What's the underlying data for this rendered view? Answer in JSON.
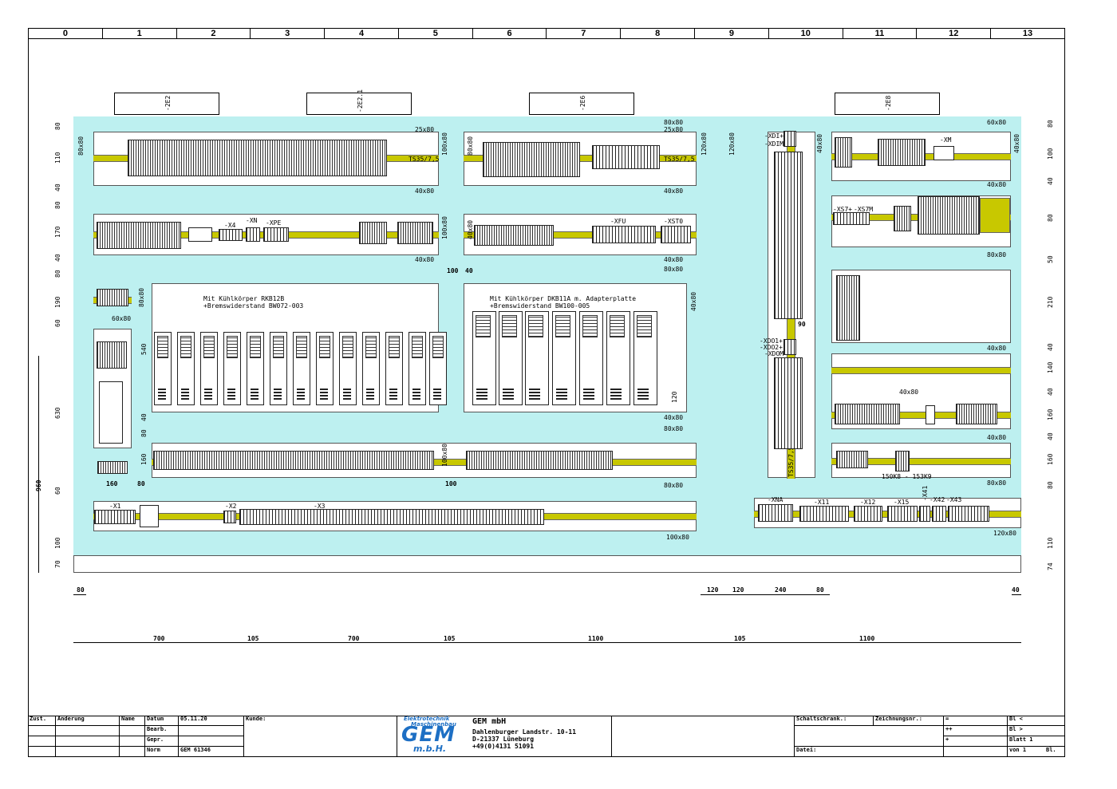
{
  "ruler": [
    "0",
    "1",
    "2",
    "3",
    "4",
    "5",
    "6",
    "7",
    "8",
    "9",
    "10",
    "11",
    "12",
    "13"
  ],
  "sockets": [
    "-2E2",
    "-2E2.1",
    "-2E6",
    "-2E8"
  ],
  "panel_dims": {
    "d1": "25x80",
    "d2": "25x80",
    "d3": "40x80",
    "d4": "40x80",
    "d5": "80x80",
    "d6": "40x80",
    "d7": "40x80",
    "d8": "80x80",
    "d9": "80x80",
    "d10": "100x80",
    "d11": "80x80",
    "d12": "40x80",
    "d13": "80x80",
    "d14": "40x80",
    "d15": "40x80",
    "d16": "120x80",
    "d17": "60x80",
    "d18": "80x80",
    "d19": "120x80",
    "d20": "100x80",
    "d21": "40x80",
    "d22": "100x80",
    "d23": "80x80",
    "d24": "40x80",
    "d25": "60x80",
    "d26": "40x80",
    "d27": "40x80",
    "d28": "40x80",
    "d29": "80x80",
    "d30": "120x80",
    "d31": "100x80"
  },
  "rails": {
    "ts1": "TS35/7,5",
    "ts2": "TS35/7,5",
    "ts3": "TS35/7,5"
  },
  "terminal_labels": {
    "x4": "-X4",
    "xn": "-XN",
    "xpe": "-XPE",
    "xfu": "-XFU",
    "xst0": "-XST0",
    "x1": "-X1",
    "x2": "-X2",
    "x3": "-X3",
    "xdi": "-XDI+",
    "xdim": "-XDIM",
    "xdo1": "-XDO1+",
    "xdo2": "-XDO2+",
    "xdom": "-XDOM",
    "xs7": "-XS7+",
    "xs7m": "-XS7M",
    "xm": "-XM",
    "xna": "-XNA",
    "x11": "-X11",
    "x12": "-X12",
    "x15": "-X15",
    "x41": "-X41",
    "x42": "-X42",
    "x43": "-X43",
    "k150": "150K8 - 153K9"
  },
  "notes": {
    "note1_line1": "Mit Kühlkörper RKB12B",
    "note1_line2": "+Bremswiderstand BW072-003",
    "note2_line1": "Mit Kühlkörper DKB11A m. Adapterplatte",
    "note2_line2": "+Bremswiderstand BW100-005"
  },
  "inner_dims": {
    "a": "100",
    "b": "40",
    "c": "540",
    "d": "80",
    "e": "40",
    "f": "160",
    "g": "160",
    "h": "80",
    "i": "100",
    "j": "90",
    "k": "120"
  },
  "left_dims": [
    "80",
    "110",
    "40",
    "80",
    "170",
    "40",
    "80",
    "190",
    "60",
    "630",
    "60",
    "100",
    "70"
  ],
  "right_dims": [
    "80",
    "100",
    "40",
    "80",
    "50",
    "210",
    "40",
    "140",
    "40",
    "160",
    "40",
    "160",
    "80",
    "110",
    "74"
  ],
  "side_total": "960",
  "bottom_dims_row1": [
    "80",
    "120",
    "120",
    "240",
    "80",
    "40"
  ],
  "bottom_dims_row2": [
    "700",
    "105",
    "700",
    "105",
    "1100",
    "105",
    "1100"
  ],
  "title_block": {
    "zust": "Zust.",
    "aenderung": "Änderung",
    "name": "Name",
    "datum": "Datum",
    "datum_val": "05.11.20",
    "bearb": "Bearb.",
    "gepr": "Gepr.",
    "norm": "Norm",
    "norm_val": "GEM 61346",
    "kunde": "Kunde:",
    "logo_line1": "Elektrotechnik",
    "logo_line2": "Maschinenbau",
    "logo_main": "GEM",
    "logo_sub": "m.b.H.",
    "company": "GEM mbH",
    "street": "Dahlenburger Landstr. 10-11",
    "city": "D-21337 Lüneburg",
    "phone": "+49(0)4131 51091",
    "schaltschrank": "Schaltschrank.:",
    "zeichnungsnr": "Zeichnungsnr.:",
    "datei": "Datei:",
    "eq": "=",
    "pp": "++",
    "p": "+",
    "bl_prev": "Bl <",
    "bl_next": "Bl >",
    "blatt": "Blatt 1",
    "von": "von 1",
    "bl": "Bl."
  }
}
